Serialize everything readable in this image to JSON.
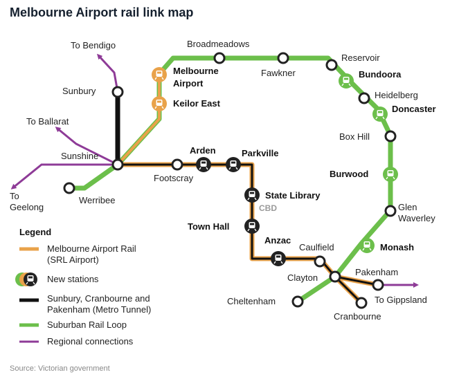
{
  "title": "Melbourne Airport rail link map",
  "source": "Source: Victorian government",
  "colors": {
    "airport": "#e9a24a",
    "srl": "#6cbf4b",
    "metro": "#111111",
    "regional": "#8e3b97"
  },
  "stations": {
    "bendigo": "To Bendigo",
    "sunbury": "Sunbury",
    "ballarat": "To Ballarat",
    "sunshine": "Sunshine",
    "geelong_1": "To",
    "geelong_2": "Geelong",
    "werribee": "Werribee",
    "footscray": "Footscray",
    "arden": "Arden",
    "parkville": "Parkville",
    "state_library": "State Library",
    "cbd": "CBD",
    "town_hall": "Town Hall",
    "anzac": "Anzac",
    "caulfield": "Caulfield",
    "clayton": "Clayton",
    "pakenham": "Pakenham",
    "gippsland": "To Gippsland",
    "cranbourne": "Cranbourne",
    "cheltenham": "Cheltenham",
    "melbourne_airport_1": "Melbourne",
    "melbourne_airport_2": "Airport",
    "keilor_east": "Keilor East",
    "broadmeadows": "Broadmeadows",
    "fawkner": "Fawkner",
    "reservoir": "Reservoir",
    "bundoora": "Bundoora",
    "heidelberg": "Heidelberg",
    "doncaster": "Doncaster",
    "box_hill": "Box Hill",
    "burwood": "Burwood",
    "glen_waverley_1": "Glen",
    "glen_waverley_2": "Waverley",
    "monash": "Monash"
  },
  "legend": {
    "title": "Legend",
    "airport_1": "Melbourne Airport Rail",
    "airport_2": "(SRL Airport)",
    "new_stations": "New stations",
    "metro_1": "Sunbury, Cranbourne and",
    "metro_2": "Pakenham (Metro Tunnel)",
    "srl": "Suburban Rail Loop",
    "regional": "Regional connections"
  }
}
